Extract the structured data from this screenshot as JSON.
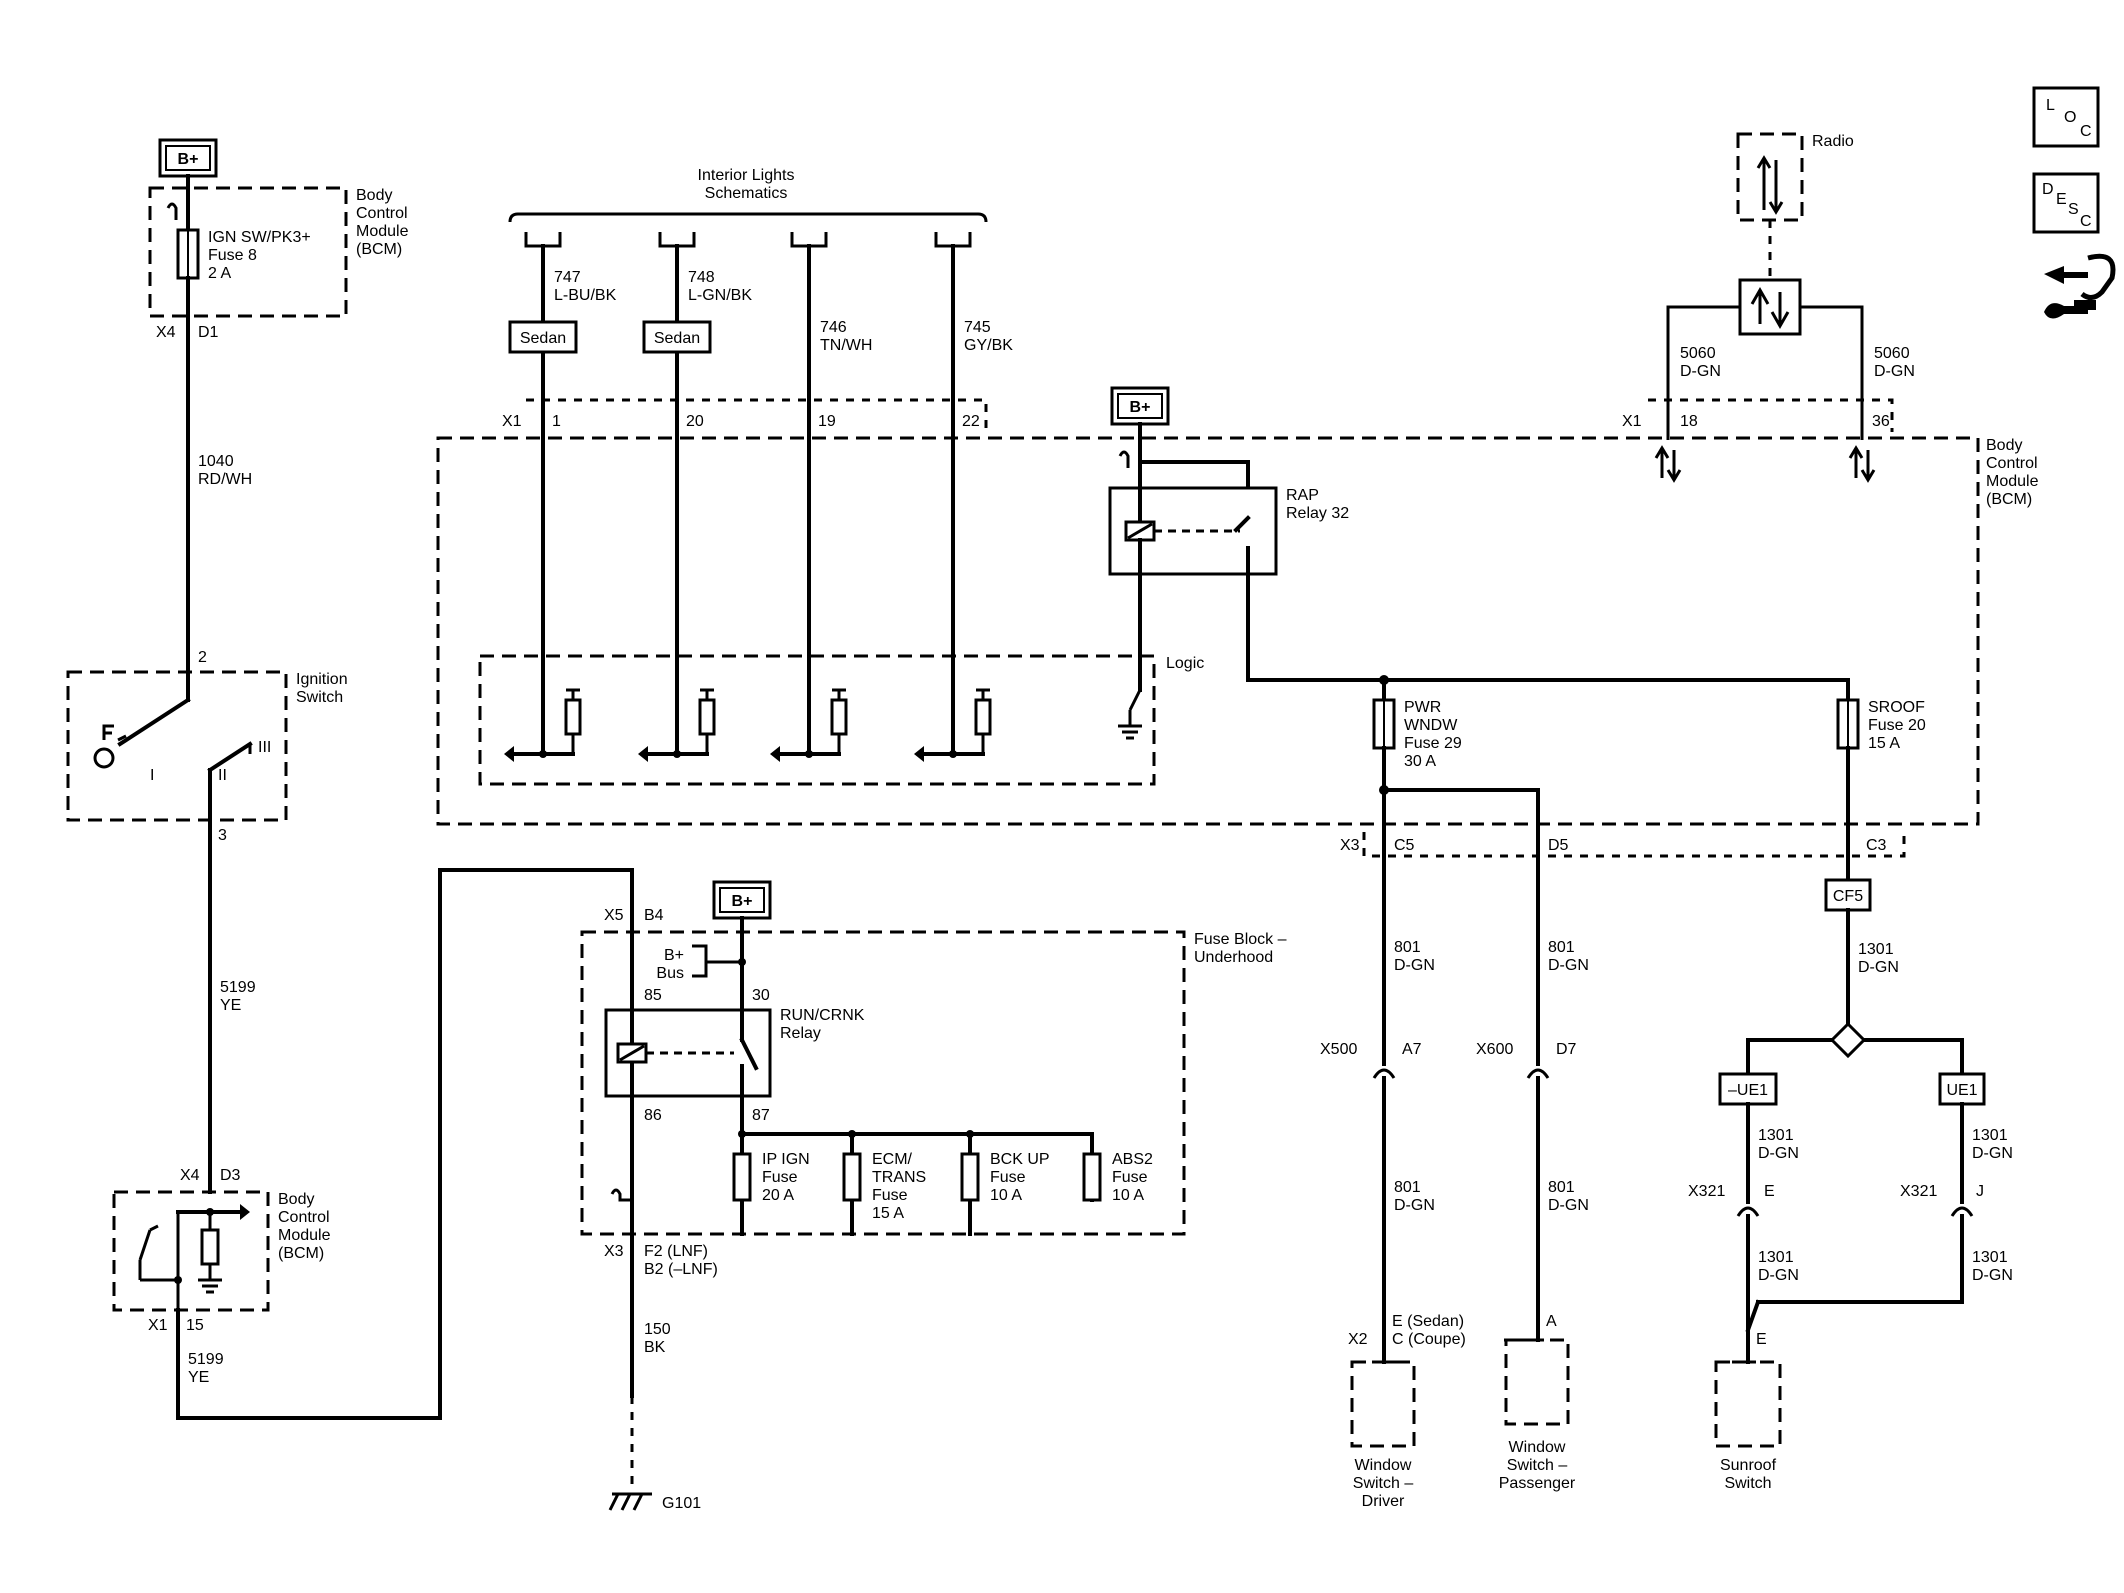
{
  "labels": {
    "b_plus": "B+",
    "bcm_top": [
      "Body",
      "Control",
      "Module",
      "(BCM)"
    ],
    "ign_fuse": [
      "IGN SW/PK3+",
      "Fuse 8",
      "2 A"
    ],
    "x4": "X4",
    "d1": "D1",
    "wire_1040": [
      "1040",
      "RD/WH"
    ],
    "ignition_switch": [
      "Ignition",
      "Switch"
    ],
    "ign_pos_2": "2",
    "ign_pos_3": "3",
    "ign_pos_I": "I",
    "ign_pos_II": "II",
    "ign_pos_III": "III",
    "wire_5199_a": [
      "5199",
      "YE"
    ],
    "d3": "D3",
    "bcm_left": [
      "Body",
      "Control",
      "Module",
      "(BCM)"
    ],
    "x1": "X1",
    "pin_15": "15",
    "wire_5199_b": [
      "5199",
      "YE"
    ],
    "interior_lights": [
      "Interior Lights",
      "Schematics"
    ],
    "wire_747": [
      "747",
      "L-BU/BK"
    ],
    "wire_748": [
      "748",
      "L-GN/BK"
    ],
    "wire_746": [
      "746",
      "TN/WH"
    ],
    "wire_745": [
      "745",
      "GY/BK"
    ],
    "sedan": "Sedan",
    "pin_1": "1",
    "pin_20": "20",
    "pin_19": "19",
    "pin_22": "22",
    "logic": "Logic",
    "rap_relay": [
      "RAP",
      "Relay 32"
    ],
    "radio": "Radio",
    "wire_5060": [
      "5060",
      "D-GN"
    ],
    "pin_18": "18",
    "pin_36": "36",
    "bcm_right": [
      "Body",
      "Control",
      "Module",
      "(BCM)"
    ],
    "pwr_wndw_fuse": [
      "PWR",
      "WNDW",
      "Fuse 29",
      "30 A"
    ],
    "sroof_fuse": [
      "SROOF",
      "Fuse 20",
      "15 A"
    ],
    "x3": "X3",
    "c5": "C5",
    "d5": "D5",
    "c3": "C3",
    "cf5": "CF5",
    "x5": "X5",
    "b4": "B4",
    "fuse_block": [
      "Fuse Block –",
      "Underhood"
    ],
    "b_plus_bus": [
      "B+",
      "Bus"
    ],
    "pin_85": "85",
    "pin_30": "30",
    "pin_86": "86",
    "pin_87": "87",
    "run_crnk_relay": [
      "RUN/CRNK",
      "Relay"
    ],
    "ip_ign_fuse": [
      "IP IGN",
      "Fuse",
      "20 A"
    ],
    "ecm_trans_fuse": [
      "ECM/",
      "TRANS",
      "Fuse",
      "15 A"
    ],
    "bck_up_fuse": [
      "BCK UP",
      "Fuse",
      "10 A"
    ],
    "abs2_fuse": [
      "ABS2",
      "Fuse",
      "10 A"
    ],
    "x3_b": "X3",
    "f2_b2": [
      "F2 (LNF)",
      "B2 (–LNF)"
    ],
    "wire_150": [
      "150",
      "BK"
    ],
    "g101": "G101",
    "wire_801": [
      "801",
      "D-GN"
    ],
    "x500": "X500",
    "a7": "A7",
    "x600": "X600",
    "d7": "D7",
    "x2": "X2",
    "e_sedan_c_coupe": [
      "E (Sedan)",
      "C (Coupe)"
    ],
    "pin_a": "A",
    "window_switch_driver": [
      "Window",
      "Switch –",
      "Driver"
    ],
    "window_switch_passenger": [
      "Window",
      "Switch –",
      "Passenger"
    ],
    "wire_1301": [
      "1301",
      "D-GN"
    ],
    "ue1_neg": "–UE1",
    "ue1": "UE1",
    "x321": "X321",
    "pin_e": "E",
    "pin_j": "J",
    "sunroof_switch": [
      "Sunroof",
      "Switch"
    ],
    "loc_icon": [
      "L",
      "O",
      "C"
    ],
    "desc_icon": [
      "D",
      "E",
      "S",
      "C"
    ]
  }
}
